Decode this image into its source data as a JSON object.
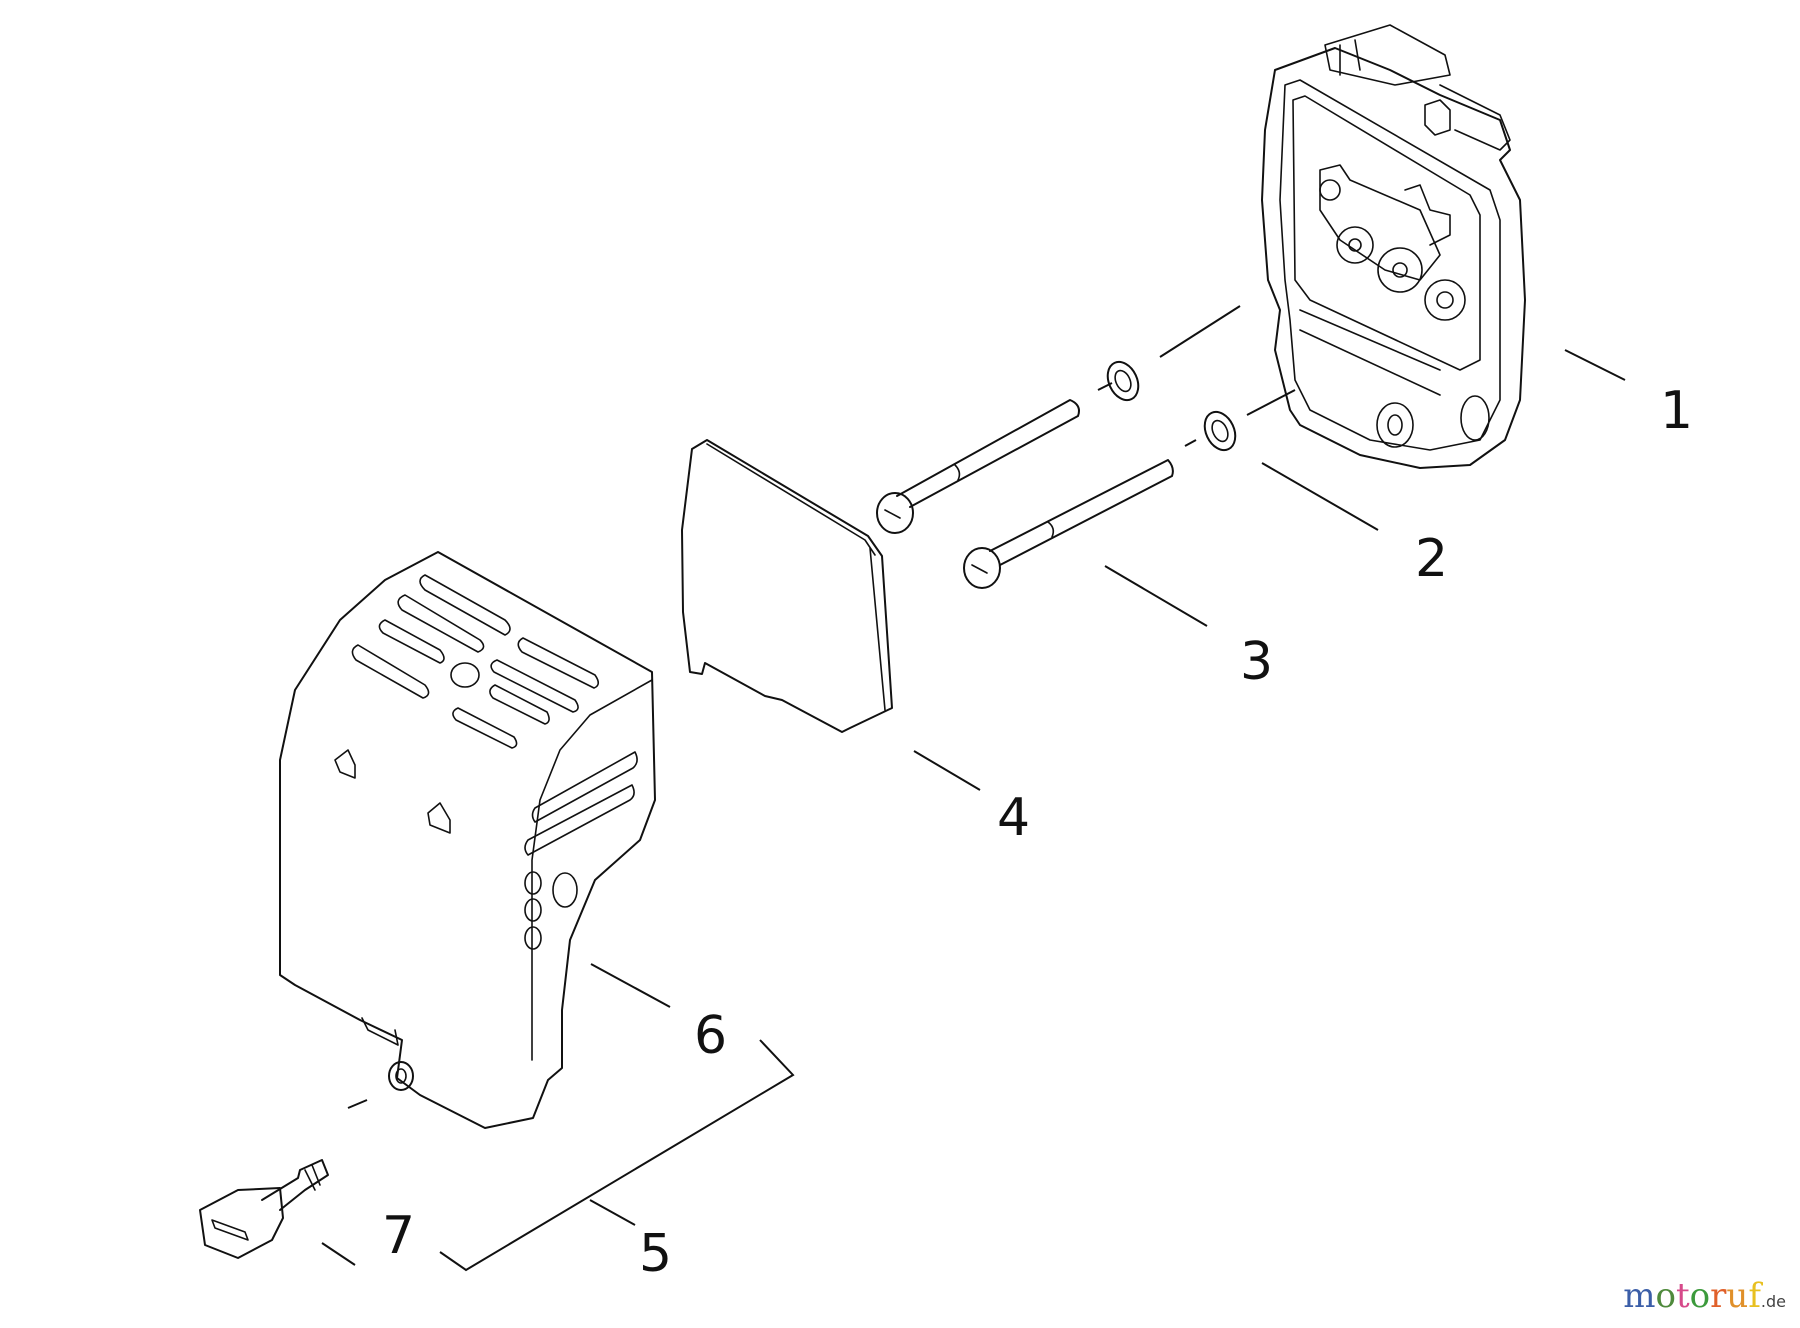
{
  "diagram": {
    "type": "exploded parts diagram",
    "callouts": [
      {
        "id": "1",
        "label": "1",
        "part": "air-filter-housing"
      },
      {
        "id": "2",
        "label": "2",
        "part": "washer"
      },
      {
        "id": "3",
        "label": "3",
        "part": "screw"
      },
      {
        "id": "4",
        "label": "4",
        "part": "filter-element"
      },
      {
        "id": "5",
        "label": "5",
        "part": "cover-assembly"
      },
      {
        "id": "6",
        "label": "6",
        "part": "air-cleaner-cover"
      },
      {
        "id": "7",
        "label": "7",
        "part": "knob-screw"
      }
    ]
  },
  "watermark": {
    "letters": [
      {
        "ch": "m",
        "color": "#3b5ea8"
      },
      {
        "ch": "o",
        "color": "#4f8a3c"
      },
      {
        "ch": "t",
        "color": "#d64a8a"
      },
      {
        "ch": "o",
        "color": "#3c9a3c"
      },
      {
        "ch": "r",
        "color": "#e0602a"
      },
      {
        "ch": "u",
        "color": "#e0902a"
      },
      {
        "ch": "f",
        "color": "#e8c020"
      }
    ],
    "suffix": ".de"
  }
}
